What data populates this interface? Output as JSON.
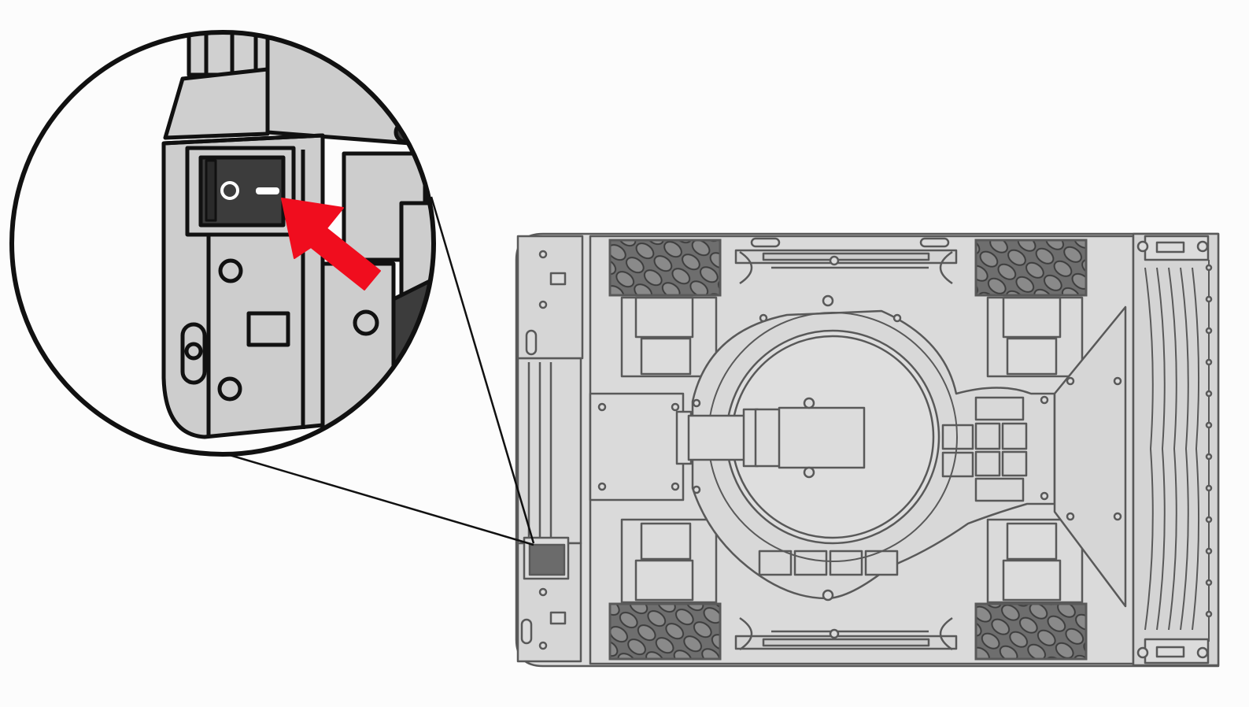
{
  "diagram": {
    "subject": "robot-chassis-underside",
    "callout": "power-switch-zoom",
    "switch_symbols": {
      "off": "O",
      "on": "—"
    },
    "colors": {
      "background": "#fcfcfc",
      "chassis_fill": "#dcdcdc",
      "chassis_stroke": "#595959",
      "wheel_dark": "#6e6e6e",
      "inset_fill": "#cdcdcd",
      "inset_stroke": "#111111",
      "switch_body": "#3c3c3c",
      "arrow": "#f00d1e"
    },
    "icons": [
      "magnifier-callout",
      "pointer-arrow",
      "mecanum-wheel"
    ]
  }
}
